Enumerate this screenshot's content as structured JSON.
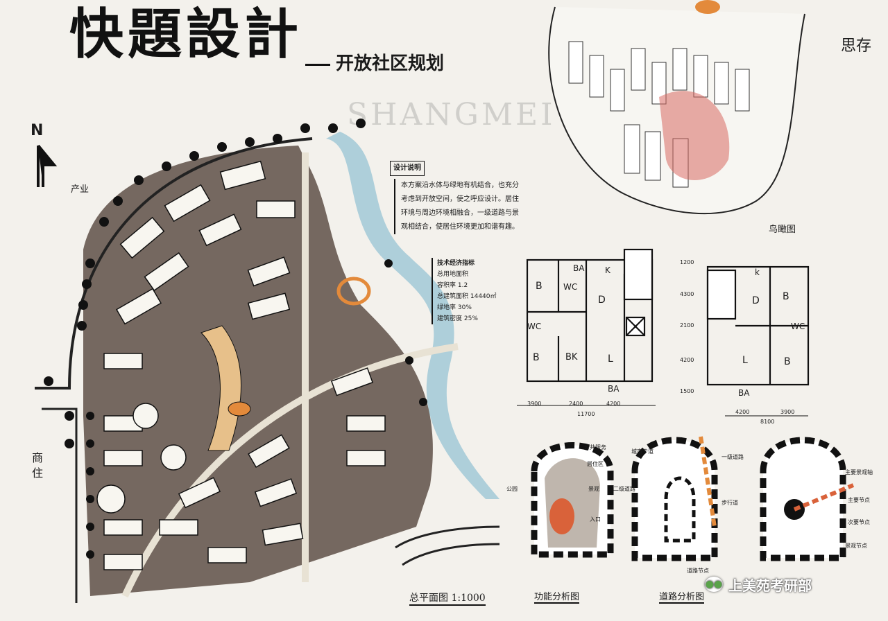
{
  "title": "快題設計",
  "subtitle": "开放社区规划",
  "author_mark": "思存",
  "watermark": "SHANGMEI",
  "north": "N",
  "map_labels": {
    "industry": "产业",
    "commerce": "商住"
  },
  "design_notes": {
    "header": "设计说明",
    "body": "本方案沿水体与绿地有机结合，也充分考虑到开放空间，使之呼应设计。居住环境与周边环境相融合，一级道路与景观相结合，使居住环境更加和谐有趣。"
  },
  "tech_indicators": {
    "header": "技术经济指标",
    "lines": [
      "总用地面积",
      "容积率 1.2",
      "总建筑面积 14440㎡",
      "绿地率 30%",
      "建筑密度 25%"
    ]
  },
  "captions": {
    "master_plan": "总平面图 1:1000",
    "aerial": "鸟瞰图",
    "function": "功能分析图",
    "road": "道路分析图"
  },
  "plan_a": {
    "rooms": [
      "BA",
      "K",
      "B",
      "WC",
      "D",
      "WC",
      "B",
      "BK",
      "L",
      "BA"
    ],
    "dims_bottom": [
      "3900",
      "2400",
      "4200"
    ],
    "total": "11700",
    "dims_right": [
      "1200",
      "4300",
      "2100",
      "4200",
      "1500"
    ]
  },
  "plan_b": {
    "rooms": [
      "k",
      "D",
      "B",
      "WC",
      "L",
      "B",
      "BA"
    ],
    "dims_bottom": [
      "4200",
      "3900"
    ],
    "total": "8100"
  },
  "function_labels": [
    "公共服务",
    "居住区",
    "公园",
    "景观",
    "入口"
  ],
  "road_labels": [
    "城市干道",
    "一级道路",
    "二级道路",
    "步行道",
    "道路节点"
  ],
  "node_labels": [
    "主要景观轴",
    "主要节点",
    "次要节点",
    "景观节点"
  ],
  "brand": "上美苑考研部",
  "colors": {
    "ink": "#141414",
    "paper": "#f3f1ec",
    "water": "#9cc7d6",
    "ground": "#6b5a4e",
    "accent_orange": "#e38a3b",
    "accent_red": "#d86a62"
  }
}
